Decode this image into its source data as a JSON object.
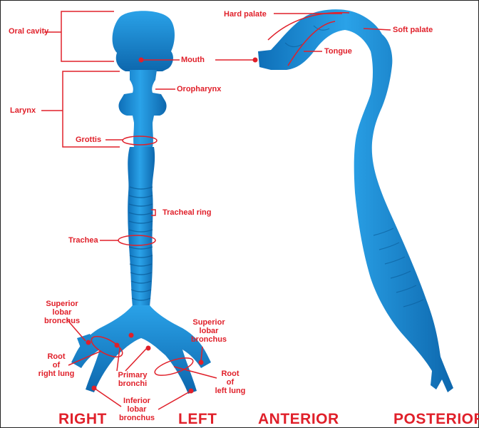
{
  "colors": {
    "label": "#e0202a",
    "airway": "#1f8fd6",
    "airway_dark": "#0b5f9c"
  },
  "labels": {
    "oral_cavity": "Oral cavity",
    "mouth": "Mouth",
    "oropharynx": "Oropharynx",
    "larynx": "Larynx",
    "grottis": "Grottis",
    "tracheal_ring": "Tracheal ring",
    "trachea": "Trachea",
    "superior_lobar_right": [
      "Superior",
      "lobar",
      "bronchus"
    ],
    "superior_lobar_left": [
      "Superior",
      "lobar",
      "bronchus"
    ],
    "root_right_lung": [
      "Root",
      "of",
      "right lung"
    ],
    "root_left_lung": [
      "Root",
      "of",
      "left lung"
    ],
    "primary_bronchi": [
      "Primary",
      "bronchi"
    ],
    "inferior_lobar": [
      "Inferior",
      "lobar",
      "bronchus"
    ],
    "hard_palate": "Hard palate",
    "soft_palate": "Soft palate",
    "tongue": "Tongue"
  },
  "views": {
    "right": "RIGHT",
    "left": "LEFT",
    "anterior": "ANTERIOR",
    "posterior": "POSTERIOR"
  }
}
